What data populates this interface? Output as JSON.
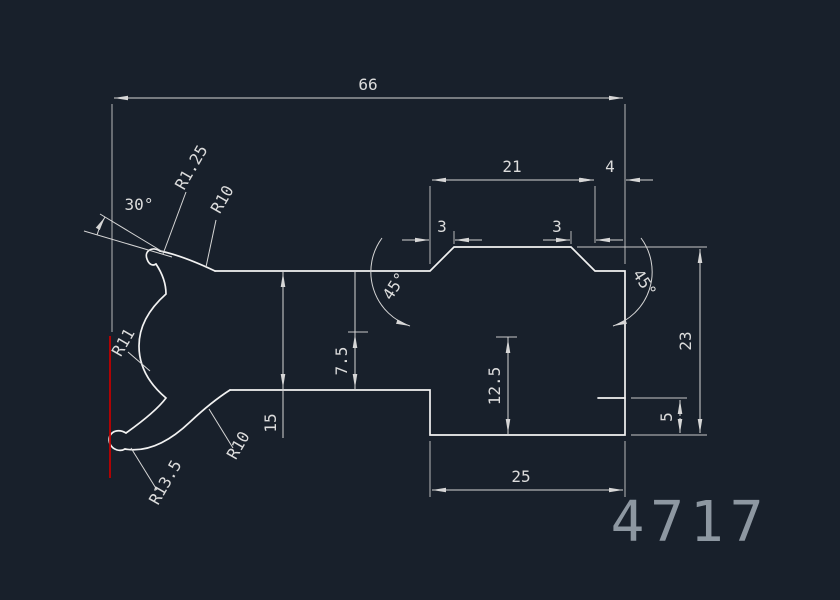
{
  "app": {
    "background_color": "#18202b",
    "geometry_color": "#f2f2f2",
    "dimension_color": "#d6d6d6",
    "construction_line_color": "#c00000",
    "part_number_color": "#8d97a1"
  },
  "part_number": "4717",
  "dimensions": {
    "width_overall": {
      "label": "66"
    },
    "width_plateau": {
      "label": "21"
    },
    "width_right": {
      "label": "4"
    },
    "chamfer_left": {
      "label": "3"
    },
    "chamfer_right": {
      "label": "3"
    },
    "angle_prong": {
      "label": "30°"
    },
    "radius_tip": {
      "label": "R1.25"
    },
    "radius_fillet_top": {
      "label": "R10"
    },
    "radius_inner": {
      "label": "R11"
    },
    "radius_outer": {
      "label": "R13.5"
    },
    "radius_fillet_bottom": {
      "label": "R10"
    },
    "angle_chamfer_left": {
      "label": "45°"
    },
    "angle_chamfer_right": {
      "label": "45°"
    },
    "height_step": {
      "label": "7.5"
    },
    "height_bar": {
      "label": "15"
    },
    "height_pocket": {
      "label": "12.5"
    },
    "width_bottom": {
      "label": "25"
    },
    "height_right_block": {
      "label": "23"
    },
    "height_lip": {
      "label": "5"
    }
  }
}
